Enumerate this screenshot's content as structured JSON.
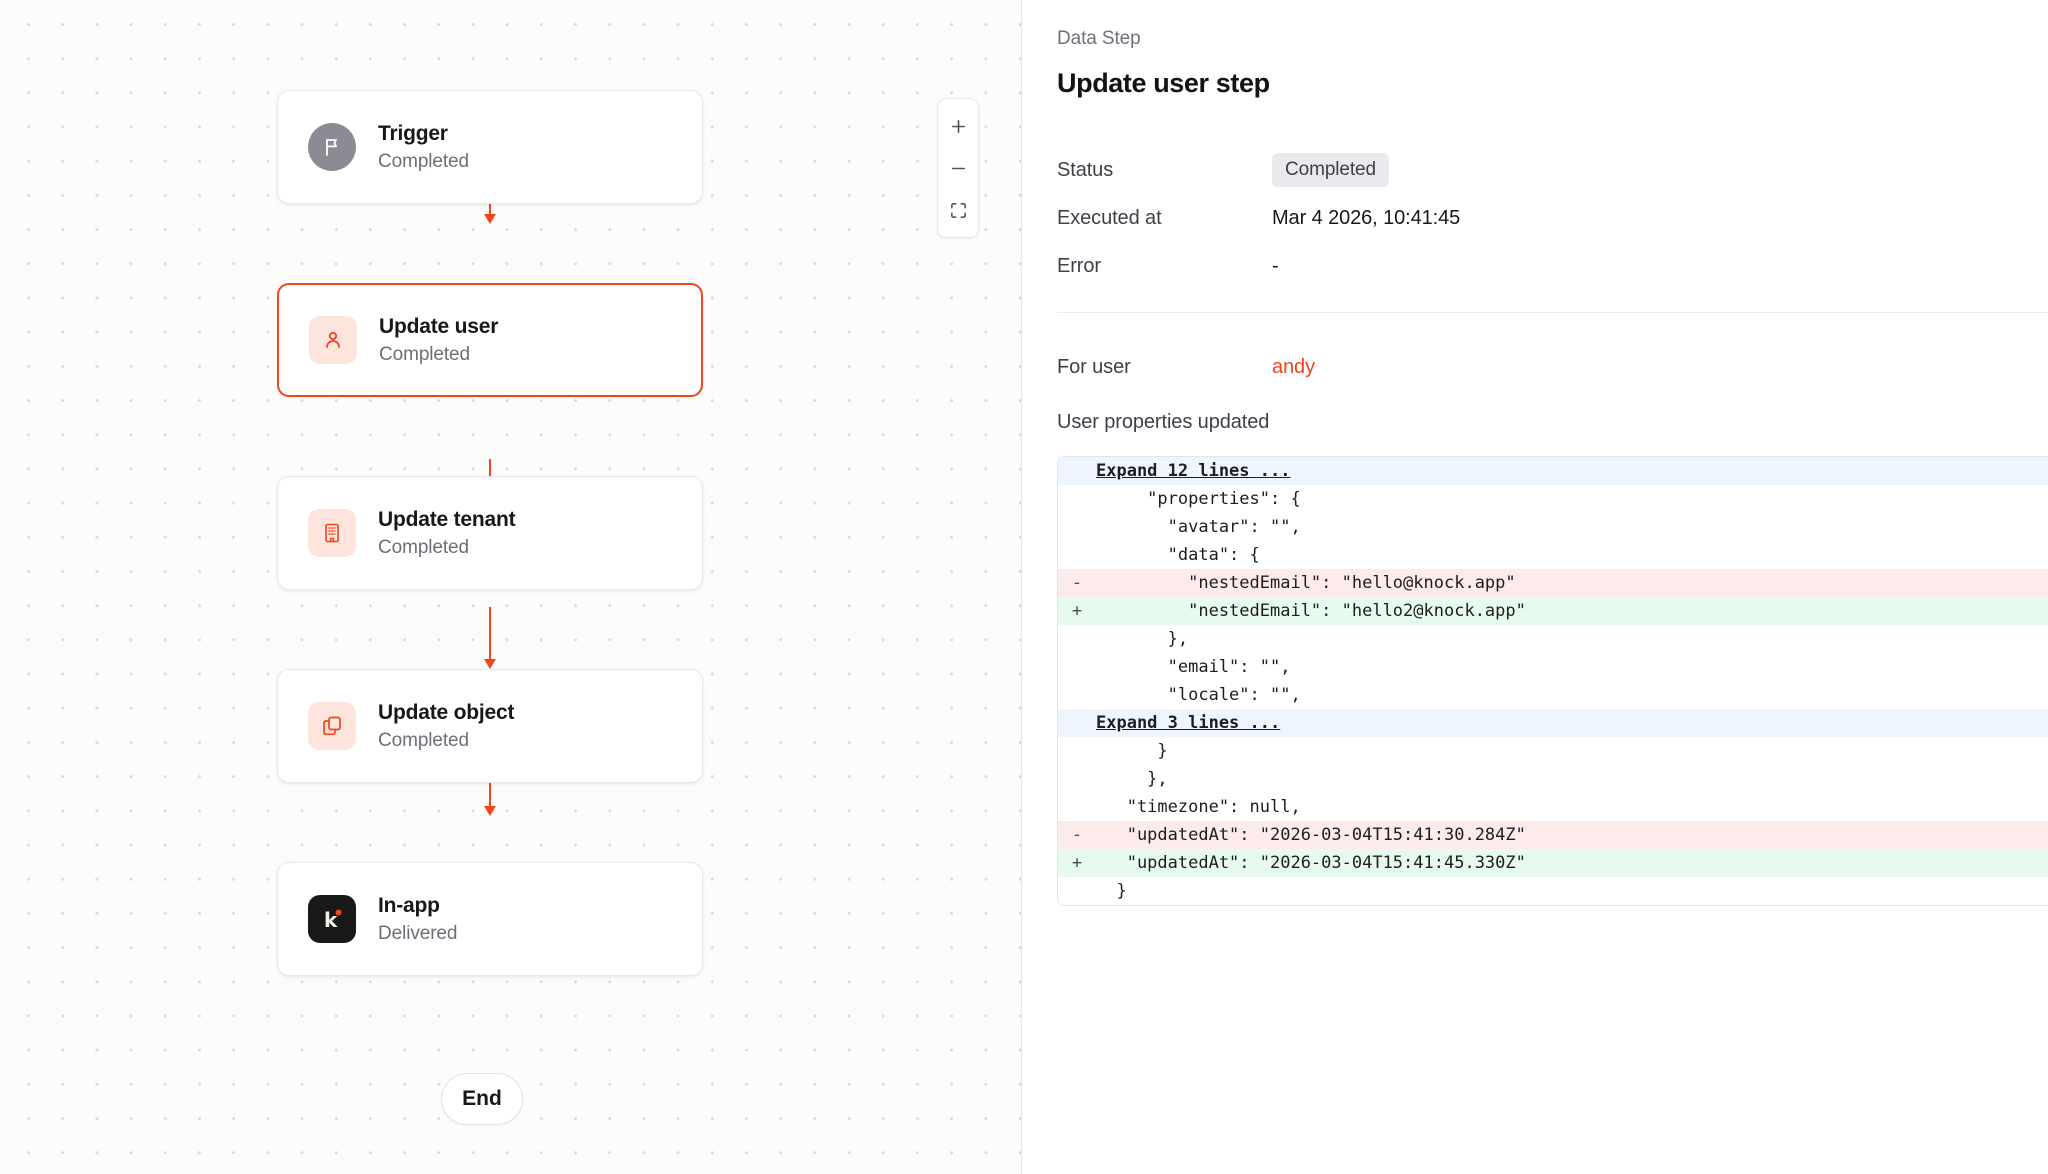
{
  "canvas": {
    "zoom_controls": {
      "zoom_in_label": "+",
      "zoom_out_label": "−",
      "fit_view_label": "fit-view"
    },
    "nodes": [
      {
        "title": "Trigger",
        "status": "Completed",
        "icon": "flag-icon"
      },
      {
        "title": "Update user",
        "status": "Completed",
        "icon": "user-icon"
      },
      {
        "title": "Update tenant",
        "status": "Completed",
        "icon": "building-icon"
      },
      {
        "title": "Update object",
        "status": "Completed",
        "icon": "copy-icon"
      },
      {
        "title": "In-app",
        "status": "Delivered",
        "icon": "knock-logo-icon"
      }
    ],
    "end_node_label": "End",
    "accent_color": "#f2441d"
  },
  "panel": {
    "eyebrow": "Data Step",
    "title": "Update user step",
    "meta": {
      "status_label": "Status",
      "status_value": "Completed",
      "executed_at_label": "Executed at",
      "executed_at_value": "Mar 4 2026, 10:41:45",
      "error_label": "Error",
      "error_value": "-"
    },
    "for_user_label": "For user",
    "for_user_value": "andy",
    "properties_label": "User properties updated",
    "diff": {
      "lines": [
        {
          "type": "expand",
          "gutter": "",
          "text": "Expand 12 lines ..."
        },
        {
          "type": "ctx",
          "gutter": "",
          "text": "     \"properties\": {"
        },
        {
          "type": "ctx",
          "gutter": "",
          "text": "       \"avatar\": \"\","
        },
        {
          "type": "ctx",
          "gutter": "",
          "text": "       \"data\": {"
        },
        {
          "type": "del",
          "gutter": "-",
          "text": "         \"nestedEmail\": \"hello@knock.app\""
        },
        {
          "type": "add",
          "gutter": "+",
          "text": "         \"nestedEmail\": \"hello2@knock.app\""
        },
        {
          "type": "ctx",
          "gutter": "",
          "text": "       },"
        },
        {
          "type": "ctx",
          "gutter": "",
          "text": "       \"email\": \"\","
        },
        {
          "type": "ctx",
          "gutter": "",
          "text": "       \"locale\": \"\","
        },
        {
          "type": "expand",
          "gutter": "",
          "text": "Expand 3 lines ..."
        },
        {
          "type": "ctx",
          "gutter": "",
          "text": "      }"
        },
        {
          "type": "ctx",
          "gutter": "",
          "text": "     },"
        },
        {
          "type": "ctx",
          "gutter": "",
          "text": "   \"timezone\": null,"
        },
        {
          "type": "del",
          "gutter": "-",
          "text": "   \"updatedAt\": \"2026-03-04T15:41:30.284Z\""
        },
        {
          "type": "add",
          "gutter": "+",
          "text": "   \"updatedAt\": \"2026-03-04T15:41:45.330Z\""
        },
        {
          "type": "ctx",
          "gutter": "",
          "text": "  }"
        }
      ]
    }
  }
}
